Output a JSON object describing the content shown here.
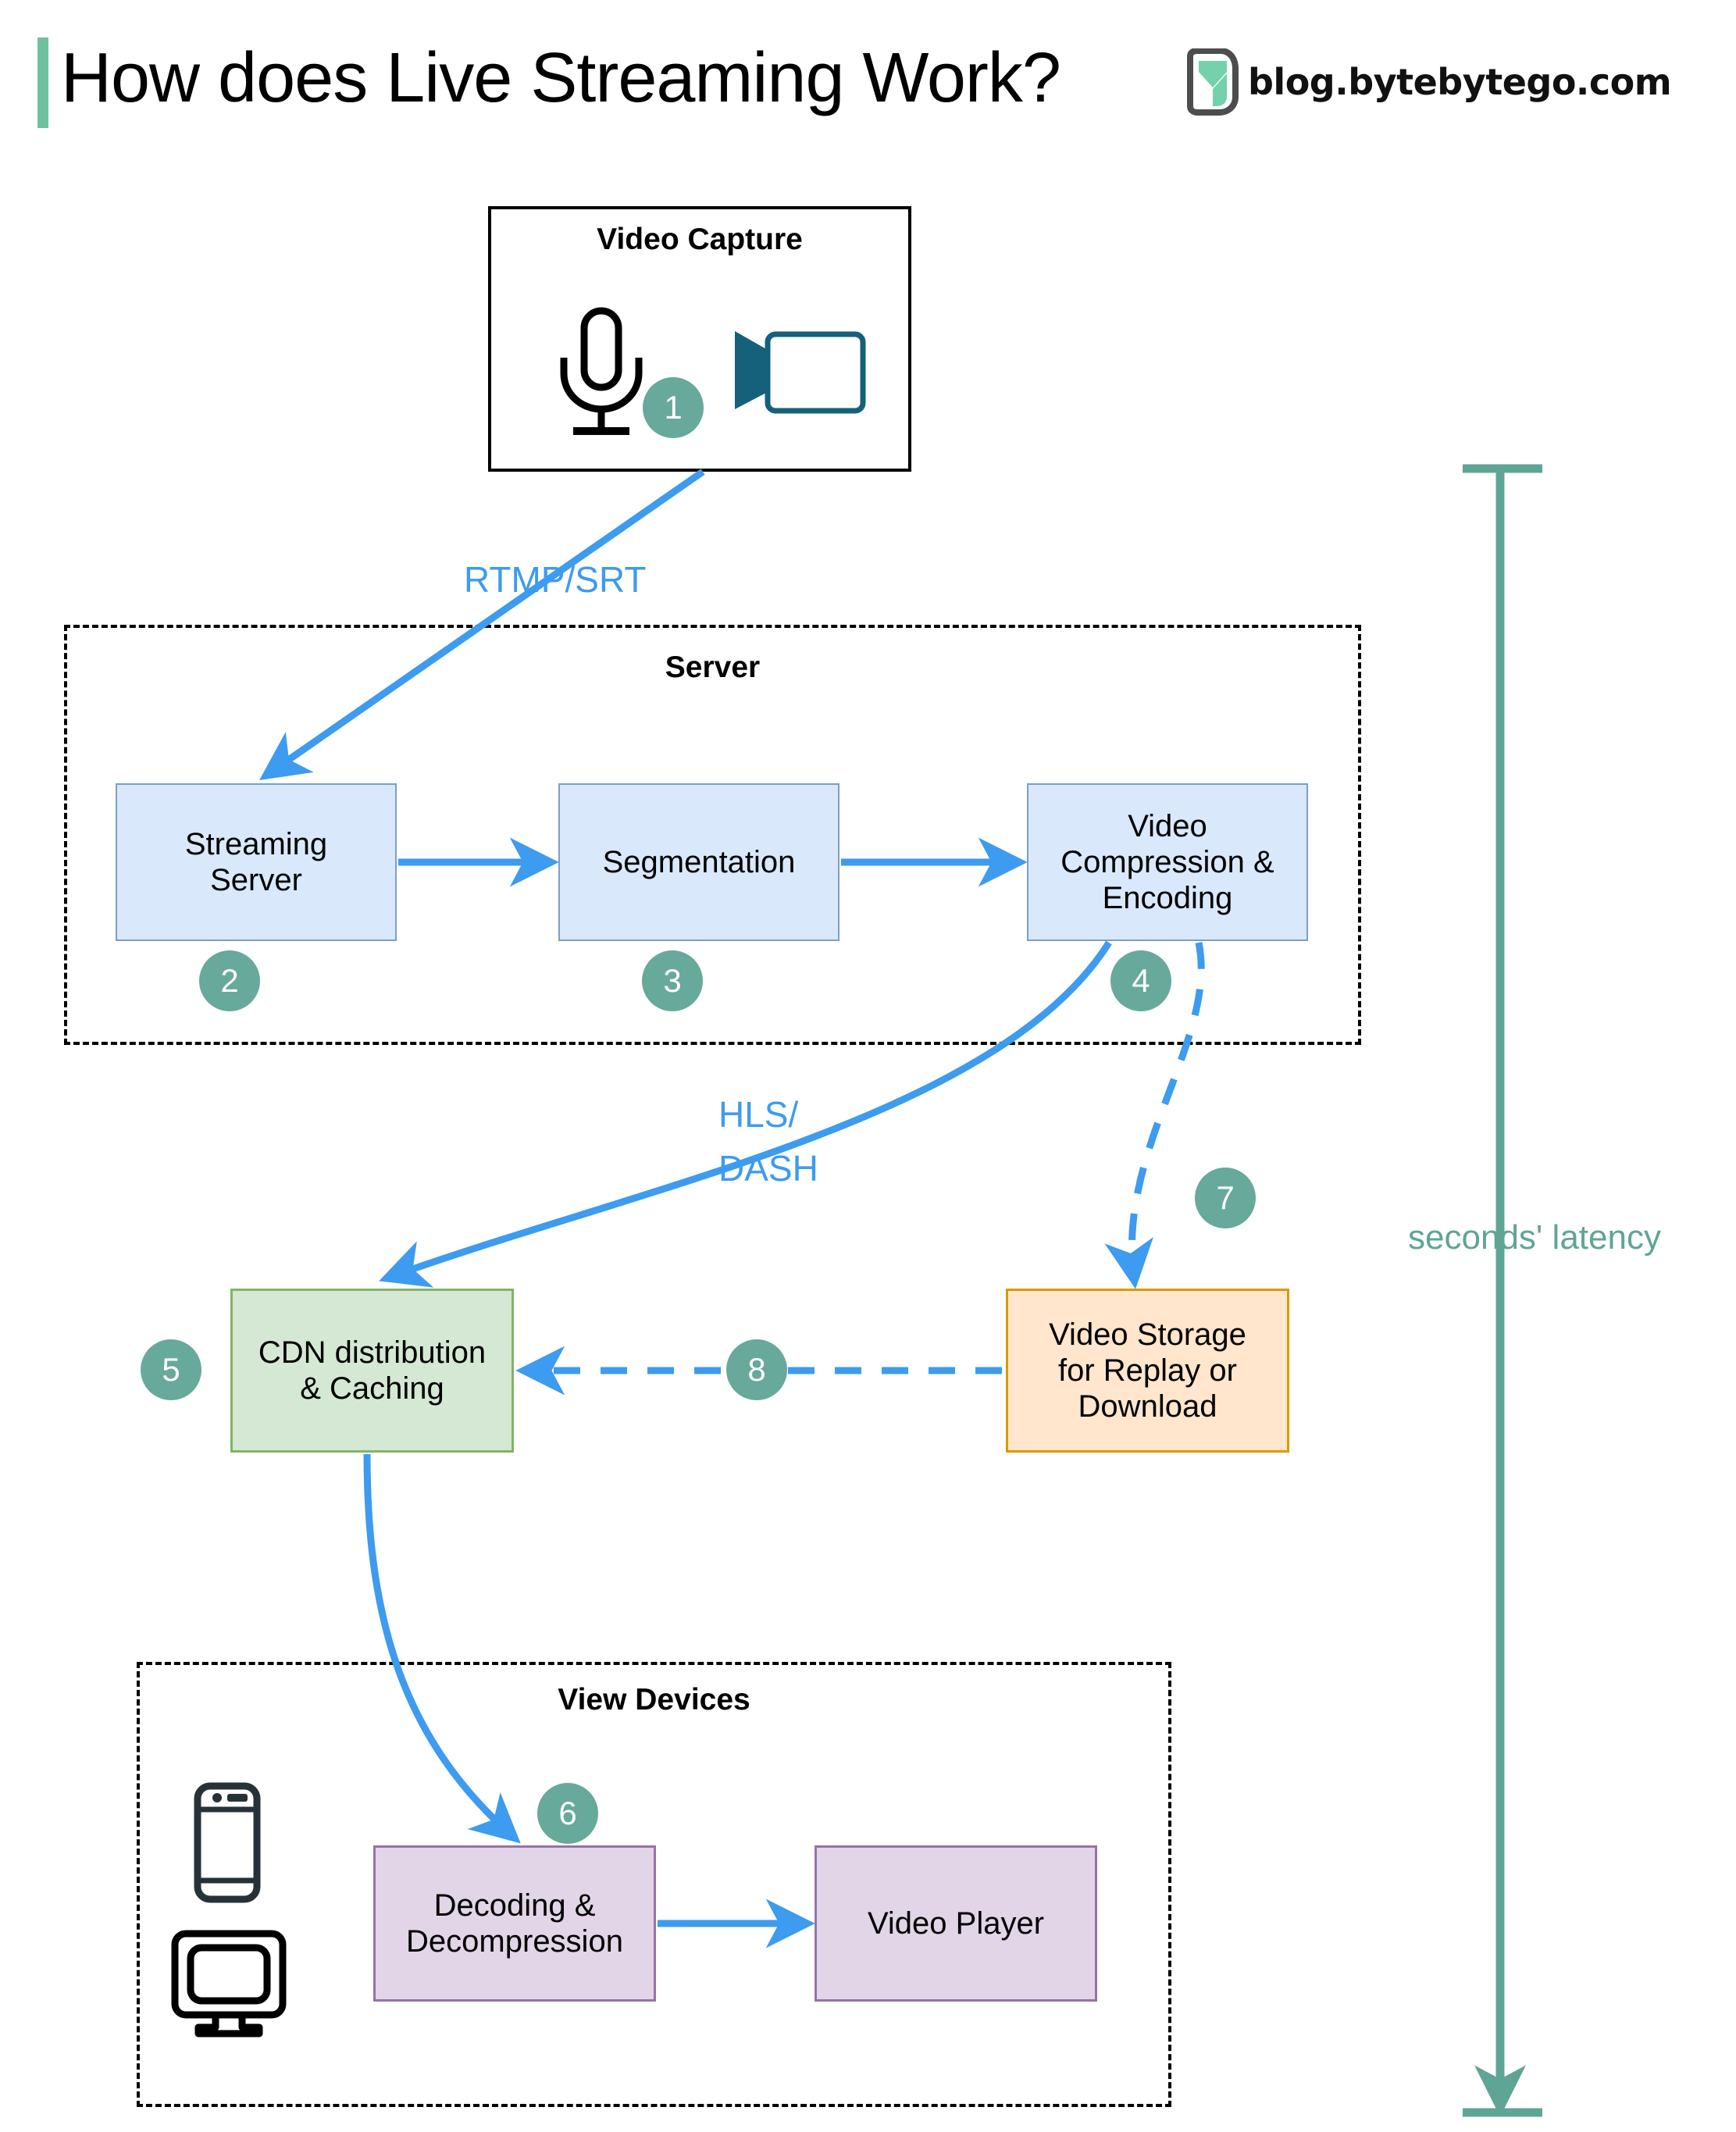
{
  "header": {
    "title": "How does Live Streaming Work?",
    "brand_text": "blog.bytebytego.com",
    "accent_color": "#6fc2a0"
  },
  "groups": [
    {
      "id": "video-capture",
      "title": "Video Capture",
      "style": "solid"
    },
    {
      "id": "server",
      "title": "Server",
      "style": "dashed"
    },
    {
      "id": "view-devices",
      "title": "View Devices",
      "style": "dashed"
    }
  ],
  "nodes": [
    {
      "id": "streaming-server",
      "label": "Streaming\nServer",
      "color": "#dae8fc",
      "border": "#7d9ec9"
    },
    {
      "id": "segmentation",
      "label": "Segmentation",
      "color": "#dae8fc",
      "border": "#7d9ec9"
    },
    {
      "id": "video-compression",
      "label": "Video\nCompression &\nEncoding",
      "color": "#dae8fc",
      "border": "#7d9ec9"
    },
    {
      "id": "cdn",
      "label": "CDN distribution\n& Caching",
      "color": "#d5e8d4",
      "border": "#82b366"
    },
    {
      "id": "video-storage",
      "label": "Video Storage\nfor Replay or\nDownload",
      "color": "#ffe6cc",
      "border": "#d79b00"
    },
    {
      "id": "decoding",
      "label": "Decoding &\nDecompression",
      "color": "#e1d5e7",
      "border": "#9673a6"
    },
    {
      "id": "video-player",
      "label": "Video Player",
      "color": "#e1d5e7",
      "border": "#9673a6"
    }
  ],
  "badges": [
    {
      "id": "badge-1",
      "number": "1"
    },
    {
      "id": "badge-2",
      "number": "2"
    },
    {
      "id": "badge-3",
      "number": "3"
    },
    {
      "id": "badge-4",
      "number": "4"
    },
    {
      "id": "badge-5",
      "number": "5"
    },
    {
      "id": "badge-6",
      "number": "6"
    },
    {
      "id": "badge-7",
      "number": "7"
    },
    {
      "id": "badge-8",
      "number": "8"
    }
  ],
  "edge_labels": {
    "rtmp_srt": "RTMP/SRT",
    "hls_line1": "HLS/",
    "hls_line2": "DASH"
  },
  "latency": {
    "label": "seconds' latency",
    "color": "#5fa595"
  },
  "icons": {
    "microphone": "microphone-icon",
    "video_camera": "video-camera-icon",
    "phone": "phone-icon",
    "monitor": "monitor-icon",
    "brand_logo": "bytebytego-logo-icon"
  },
  "colors": {
    "arrow_blue": "#3d9bf0",
    "badge_teal": "#67a99a",
    "latency_teal": "#5fa595"
  }
}
